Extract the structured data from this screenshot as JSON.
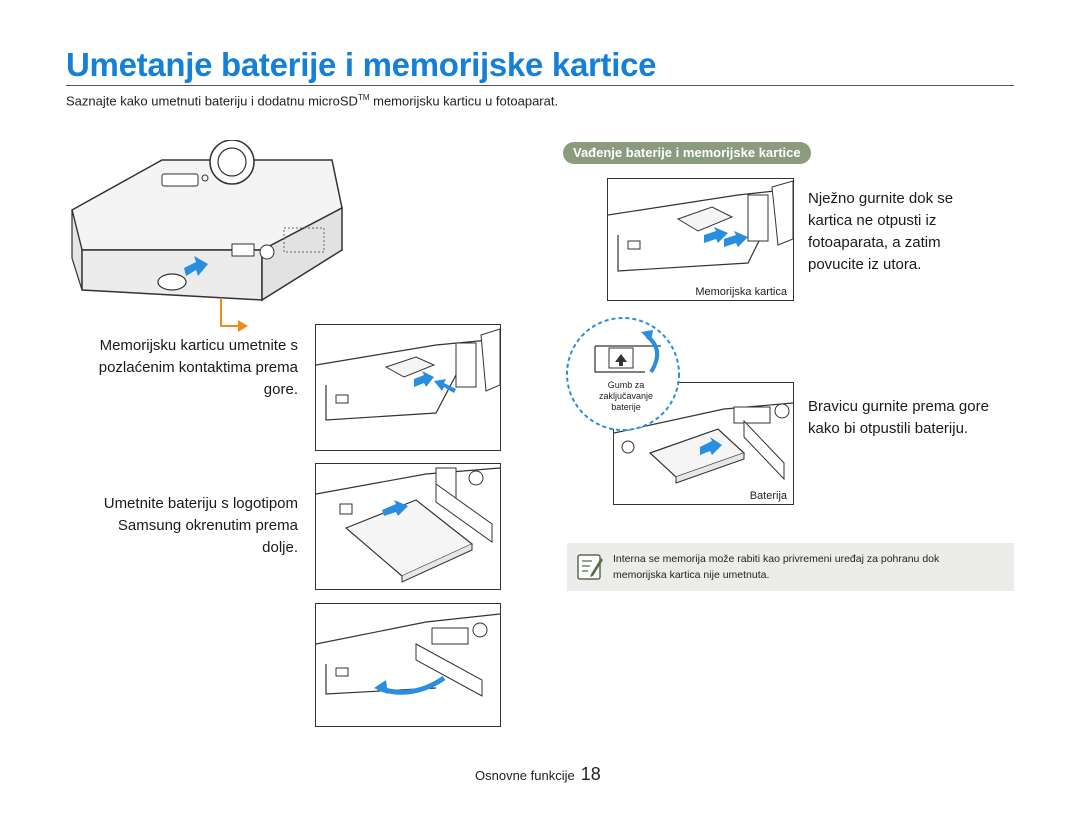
{
  "title": "Umetanje baterije i memorijske kartice",
  "intro": {
    "text_before": "Saznajte kako umetnuti bateriju i dodatnu microSD",
    "superscript": "TM",
    "text_after": " memorijsku karticu u fotoaparat."
  },
  "left_steps": {
    "step1_lines": [
      "Memorijsku karticu umetnite s",
      "pozlaćenim kontaktima prema",
      "gore."
    ],
    "step2_lines": [
      "Umetnite bateriju s logotipom",
      "Samsung okrenutim prema",
      "dolje."
    ]
  },
  "right_section": {
    "heading": "Vađenje baterije i memorijske kartice",
    "card_caption": "Memorijska kartica",
    "card_text_lines": [
      "Nježno gurnite dok se",
      "kartica ne otpusti iz",
      "fotoaparata, a zatim",
      "povucite iz utora."
    ],
    "lock_label_lines": [
      "Gumb za",
      "zaključavanje",
      "baterije"
    ],
    "battery_caption": "Baterija",
    "battery_text_lines": [
      "Bravicu gurnite prema gore",
      "kako bi otpustili bateriju."
    ]
  },
  "note": {
    "icon": "note-pencil-icon",
    "lines": [
      "Interna se memorija može rabiti kao privremeni uređaj za pohranu dok",
      "memorijska kartica nije umetnuta."
    ]
  },
  "footer": {
    "section": "Osnovne funkcije",
    "page": "18"
  },
  "colors": {
    "title": "#1580d8",
    "arrow_blue": "#2a8ee0",
    "arrow_orange": "#f08a1c",
    "pill": "#8a9b7e",
    "note_bg": "#ecedea"
  }
}
